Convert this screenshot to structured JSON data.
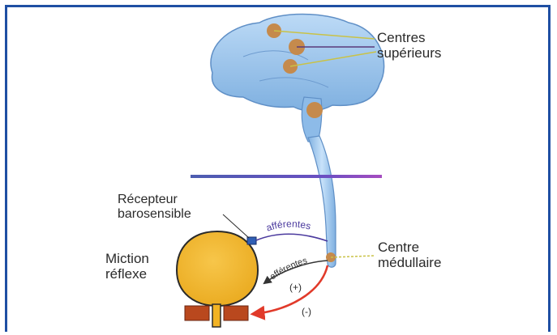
{
  "labels": {
    "centres_line1": "Centres",
    "centres_line2": "supérieurs",
    "recepteur_line1": "Récepteur",
    "recepteur_line2": "barosensible",
    "miction_line1": "Miction",
    "miction_line2": "réflexe",
    "centre_med_line1": "Centre",
    "centre_med_line2": "médullaire",
    "afferentes": "afférentes",
    "efferentes": "efférentes",
    "plus_sign": "(+)",
    "minus_sign": "(-)"
  },
  "colors": {
    "frame": "#1f4fa3",
    "brain": "#9fc6ee",
    "bladder": "#f2b324",
    "sphincter": "#b9481e",
    "nucleus": "#c58a4c",
    "afferent": "#4b3a9e",
    "efferent_arrow": "#e13a2a"
  }
}
